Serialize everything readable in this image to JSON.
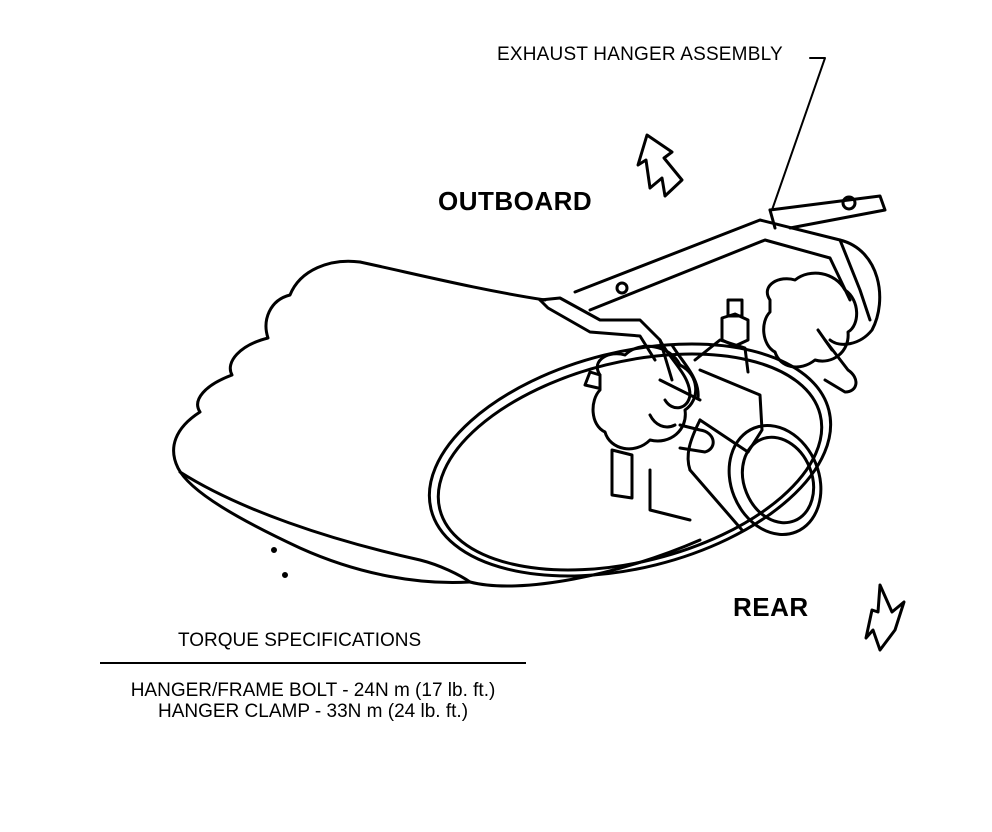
{
  "labels": {
    "exhaust_hanger_assembly": "EXHAUST HANGER ASSEMBLY",
    "outboard": "OUTBOARD",
    "rear": "REAR"
  },
  "torque": {
    "title": "TORQUE SPECIFICATIONS",
    "lines": [
      "HANGER/FRAME BOLT - 24N  m (17 lb. ft.)",
      "HANGER CLAMP - 33N  m  (24 lb. ft.)"
    ]
  },
  "icons": {
    "outboard_arrow": "arrow-icon",
    "rear_arrow": "arrow-icon"
  }
}
